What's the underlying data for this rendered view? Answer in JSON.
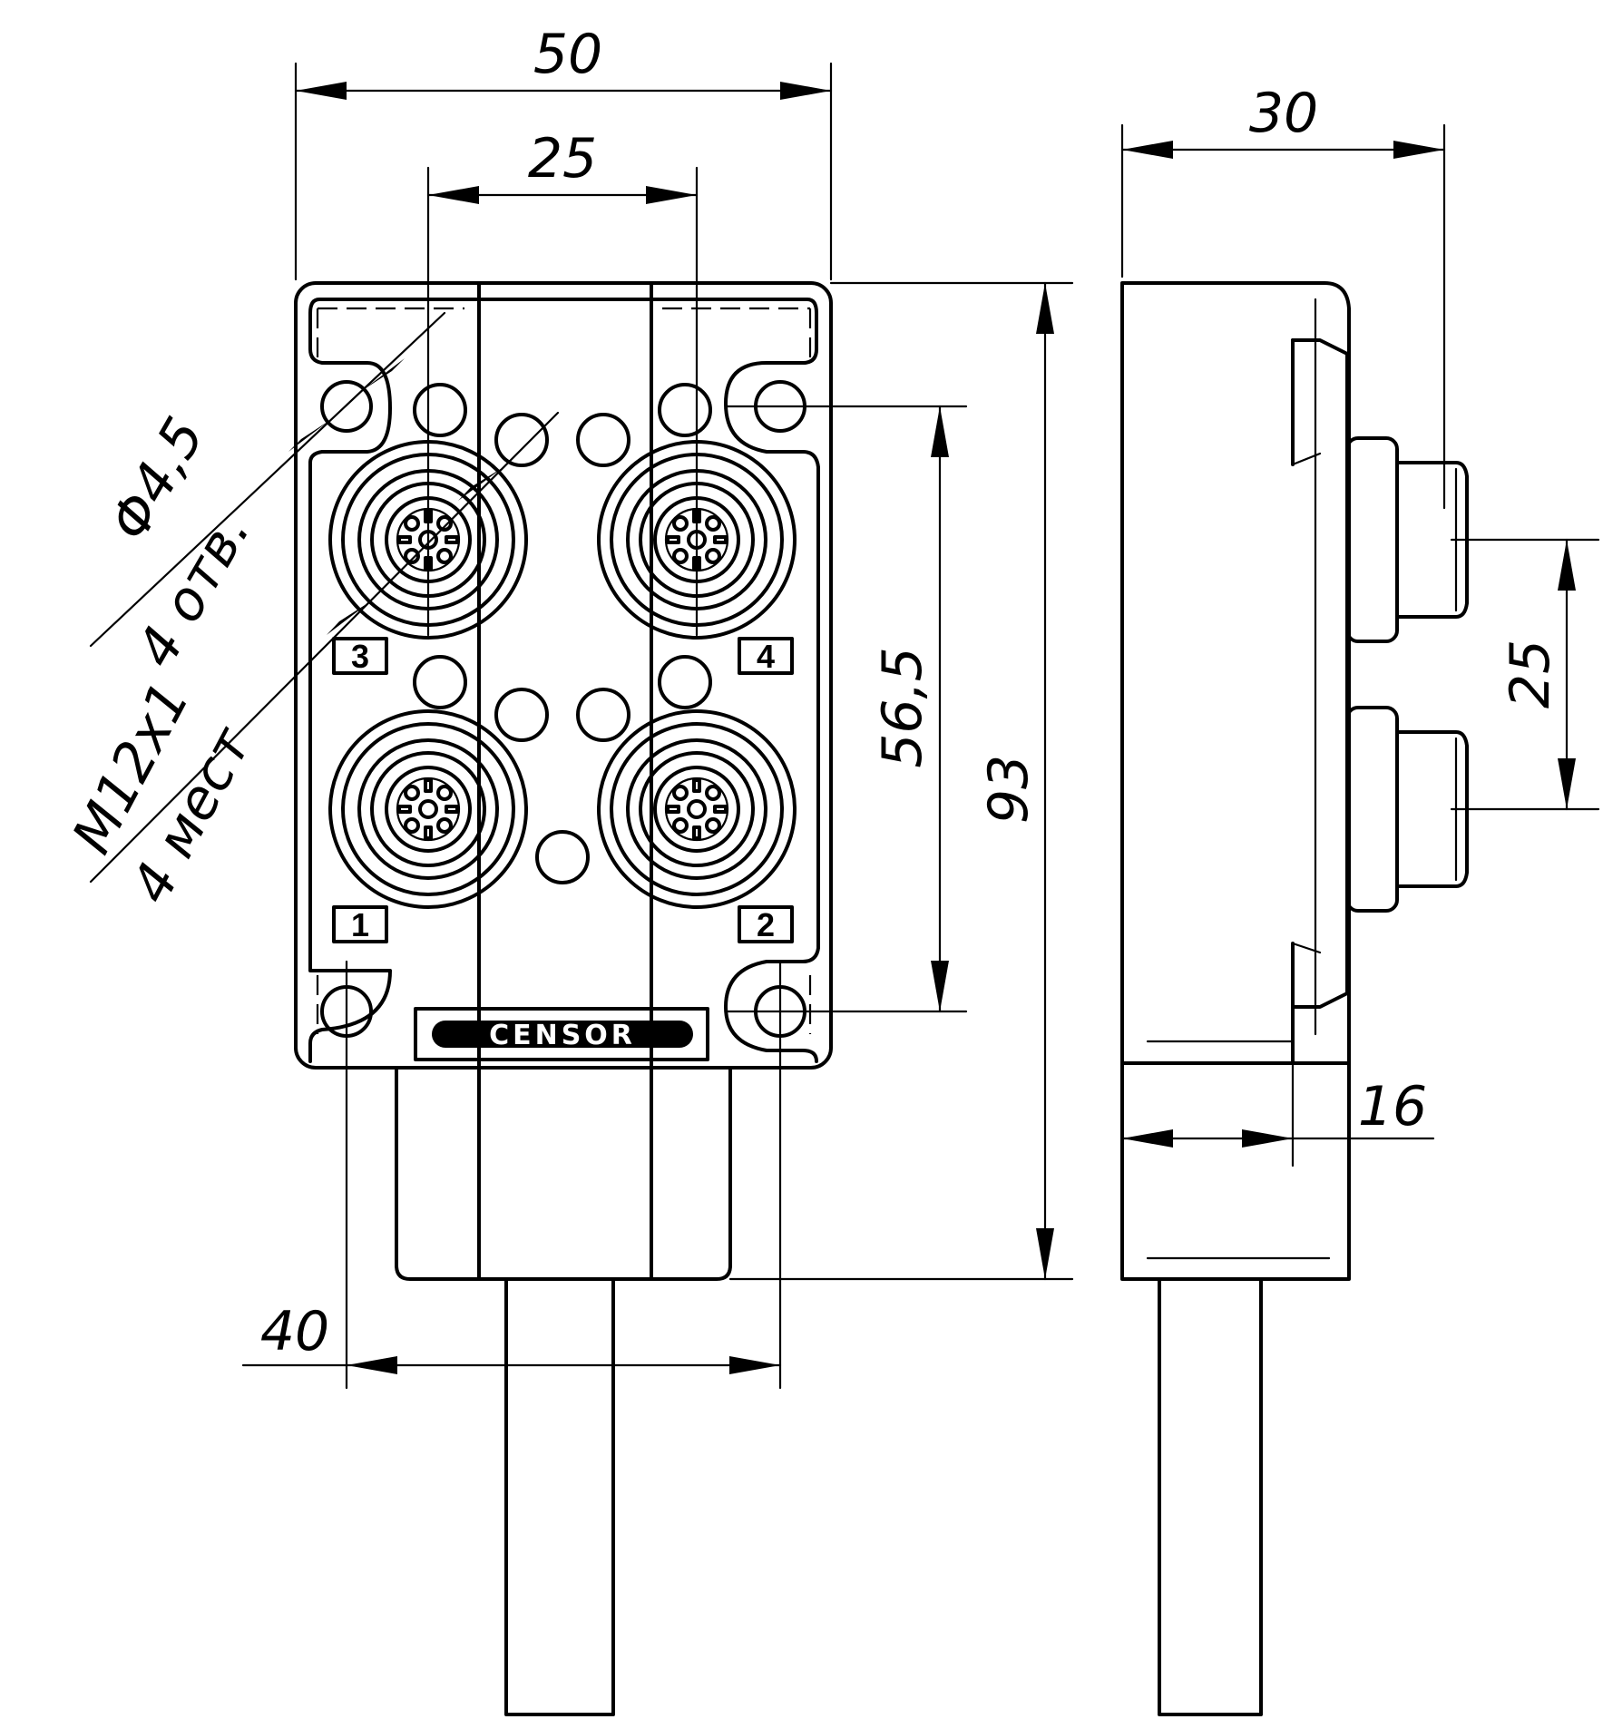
{
  "dimensions": {
    "width_total": "50",
    "width_connector_pitch": "25",
    "side_depth": "30",
    "side_connector_pitch": "25",
    "height_total": "93",
    "height_holes": "56,5",
    "width_holes": "40",
    "side_base": "16"
  },
  "callouts": {
    "hole_diameter": "Φ4,5",
    "hole_count": "4 отв.",
    "thread": "M12x1",
    "thread_count": "4 мест"
  },
  "port_labels": [
    "1",
    "2",
    "3",
    "4"
  ],
  "logo_text": "CENSOR"
}
